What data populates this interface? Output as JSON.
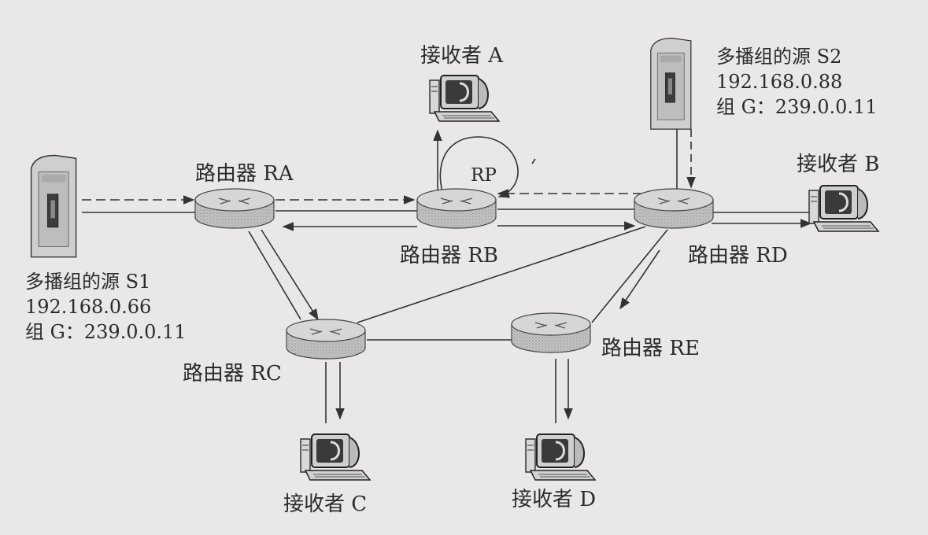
{
  "diagram": {
    "sources": {
      "s1": {
        "title": "多播组的源 S1",
        "ip": "192.168.0.66",
        "group": "组 G：239.0.0.11"
      },
      "s2": {
        "title": "多播组的源 S2",
        "ip": "192.168.0.88",
        "group": "组 G：239.0.0.11"
      }
    },
    "routers": {
      "ra": "路由器 RA",
      "rb": "路由器 RB",
      "rc": "路由器 RC",
      "rd": "路由器 RD",
      "re": "路由器 RE"
    },
    "receivers": {
      "a": "接收者 A",
      "b": "接收者 B",
      "c": "接收者 C",
      "d": "接收者 D"
    },
    "rp_label": "RP"
  },
  "colors": {
    "background": "#e9e8e6",
    "line": "#333333",
    "router_fill": "#bdbdbd"
  }
}
